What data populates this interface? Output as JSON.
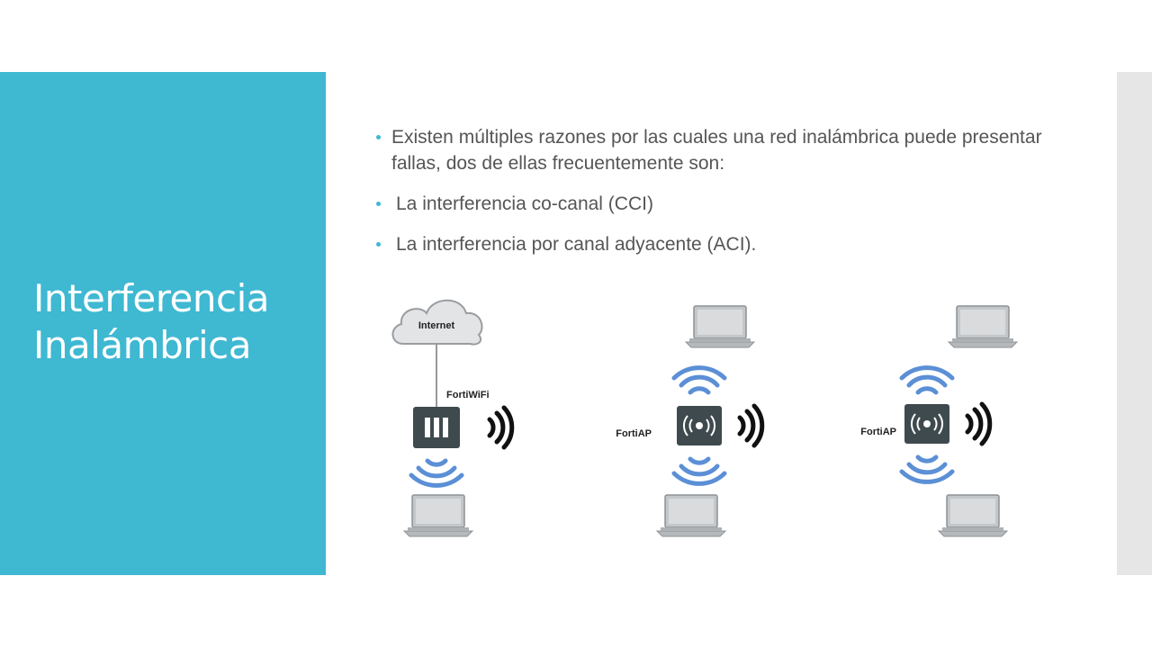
{
  "slide": {
    "title_line1": "Interferencia",
    "title_line2": "Inalámbrica",
    "bullets": [
      "Existen múltiples razones por las cuales una red inalámbrica puede presentar fallas, dos de ellas frecuentemente son:",
      "La interferencia co-canal (CCI)",
      "La interferencia por canal adyacente (ACI)."
    ]
  },
  "diagram": {
    "cloud_label": "Internet",
    "fortiwifi_label": "FortiWiFi",
    "ap1_label": "FortiAP",
    "ap2_label": "FortiAP"
  },
  "colors": {
    "accent": "#3fb8d2",
    "device": "#3f4a4e",
    "wifi_wave": "#5b8fd6"
  }
}
